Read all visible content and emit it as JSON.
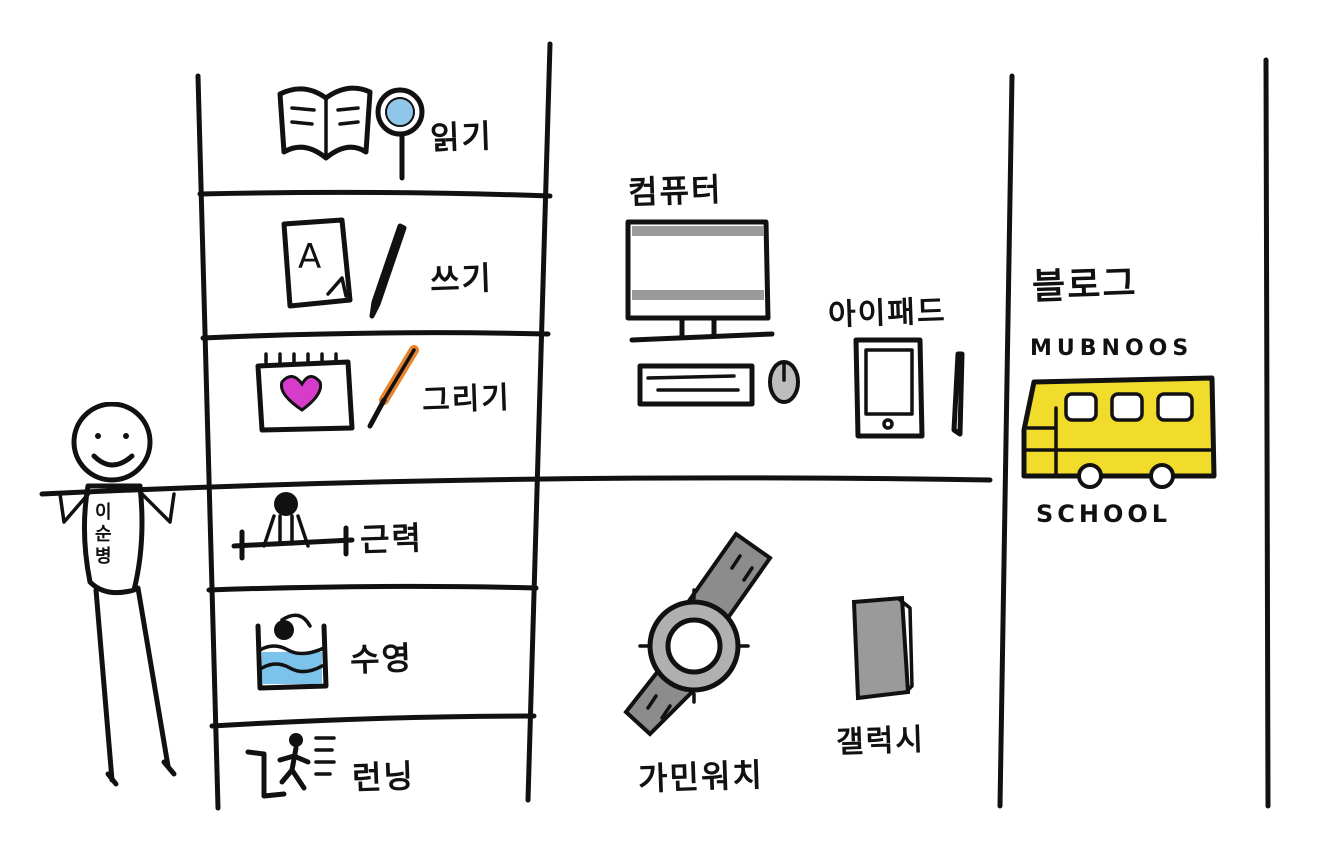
{
  "person": {
    "shirt_text": "이순병"
  },
  "activities": [
    {
      "label": "읽기",
      "icon": "book-magnifier-icon"
    },
    {
      "label": "쓰기",
      "icon": "paper-pen-icon"
    },
    {
      "label": "그리기",
      "icon": "canvas-brush-icon"
    },
    {
      "label": "근력",
      "icon": "barbell-icon"
    },
    {
      "label": "수영",
      "icon": "swimming-icon"
    },
    {
      "label": "런닝",
      "icon": "running-icon"
    }
  ],
  "devices": {
    "computer": "컴퓨터",
    "ipad": "아이패드",
    "garmin": "가민워치",
    "galaxy": "갤럭시"
  },
  "blog": {
    "title": "블로그",
    "bus_top": "MUBNOOS",
    "bus_bottom": "SCHOOL"
  },
  "colors": {
    "ink": "#111111",
    "heart": "#d63cc9",
    "water": "#5ab4e6",
    "bus": "#f2dc2b",
    "brush": "#e8822b",
    "device_gray": "#9a9a9a"
  }
}
